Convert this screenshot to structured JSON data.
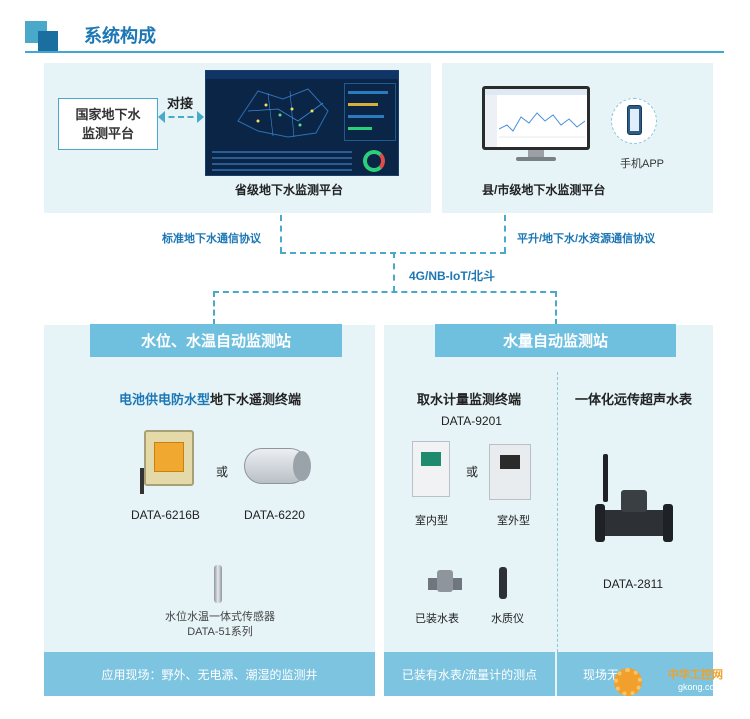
{
  "header": {
    "title": "系统构成"
  },
  "top_left": {
    "national_platform": "国家地下水\n监测平台",
    "connect_label": "对接",
    "provincial_label": "省级地下水监测平台"
  },
  "top_right": {
    "county_label": "县/市级地下水监测平台",
    "app_label": "手机APP"
  },
  "protocols": {
    "left": "标准地下水通信协议",
    "right": "平升/地下水/水资源通信协议",
    "network": "4G/NB-IoT/北斗"
  },
  "left_section": {
    "title": "水位、水温自动监测站",
    "terminal_highlight": "电池供电防水型",
    "terminal_rest": "地下水遥测终端",
    "or": "或",
    "model_a": "DATA-6216B",
    "model_b": "DATA-6220",
    "sensor_name": "水位水温一体式传感器",
    "sensor_model": "DATA-51系列",
    "footer": "应用现场：野外、无电源、潮湿的监测井"
  },
  "right_section": {
    "title": "水量自动监测站",
    "meter_title": "取水计量监测终端",
    "meter_model": "DATA-9201",
    "or": "或",
    "indoor": "室内型",
    "outdoor": "室外型",
    "water_meter": "已装水表",
    "water_quality": "水质仪",
    "ultra_title": "一体化远传超声水表",
    "ultra_model": "DATA-2811",
    "footer_mid": "已装有水表/流量计的测点",
    "footer_right": "现场无"
  },
  "watermark": {
    "name": "中华工控网",
    "url": "gkong.com"
  }
}
